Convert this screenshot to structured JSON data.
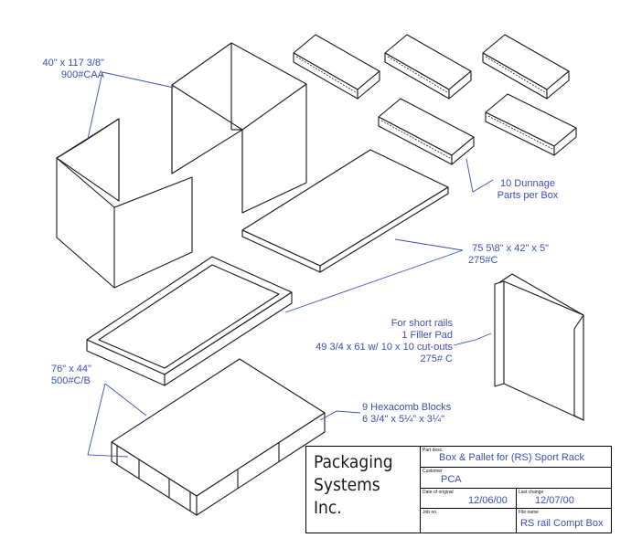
{
  "annotations": {
    "side_panel": [
      "40\" x 117 3/8\"",
      "900#CAA"
    ],
    "dunnage": [
      "10 Dunnage",
      "Parts per Box"
    ],
    "pad": [
      "75 5\\8\" x 42\" x 5\"",
      "275#C"
    ],
    "filler": [
      "For short rails",
      "1 Filler Pad",
      "49 3/4 x 61 w/ 10 x 10 cut-outs",
      "275# C"
    ],
    "pallet": [
      "76\" x 44\"",
      "500#C/B"
    ],
    "blocks": [
      "9 Hexacomb Blocks",
      "6 3/4\" x 5¼\" x 3¼\""
    ]
  },
  "title_block": {
    "company_lines": [
      "Packaging",
      "Systems",
      "Inc."
    ],
    "part_desc_caption": "Part desc.",
    "part_desc": "Box & Pallet for (RS) Sport Rack",
    "customer_caption": "Customer",
    "customer": "PCA",
    "date_original_caption": "Date of original",
    "date_original": "12/06/00",
    "last_change_caption": "Last change",
    "last_change": "12/07/00",
    "job_caption": "Job no.",
    "file_caption": "File name",
    "file_name": "RS rail Compt Box"
  },
  "colors": {
    "annotation": "#3d4fb8",
    "lines": "#1a1a1a"
  }
}
